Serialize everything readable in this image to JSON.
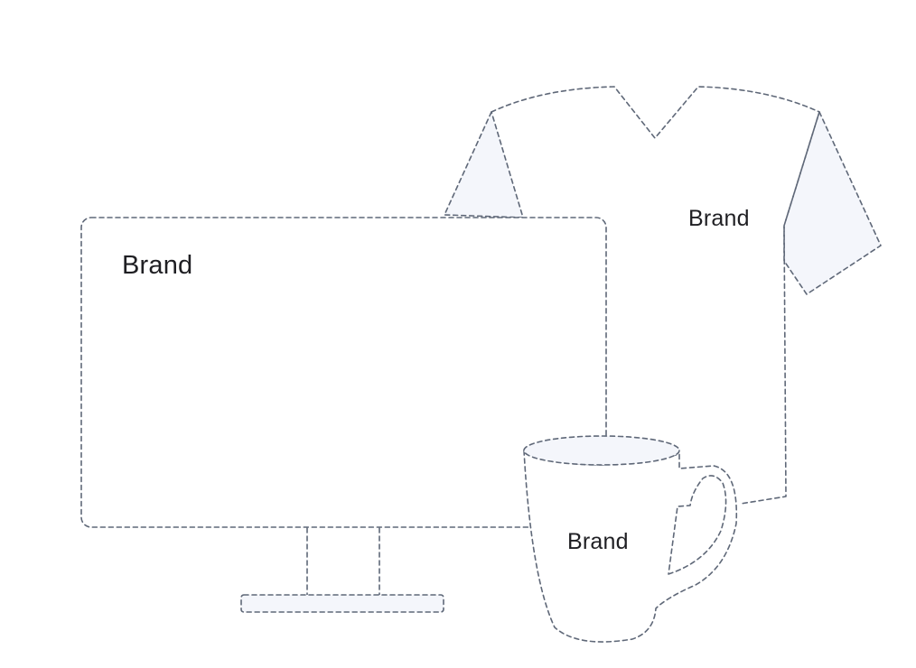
{
  "labels": {
    "monitor_brand": "Brand",
    "shirt_brand": "Brand",
    "mug_brand": "Brand"
  },
  "colors": {
    "outline": "#5f6878",
    "fill_light": "#f4f6fb",
    "text": "#1f1f23",
    "background": "#ffffff"
  }
}
